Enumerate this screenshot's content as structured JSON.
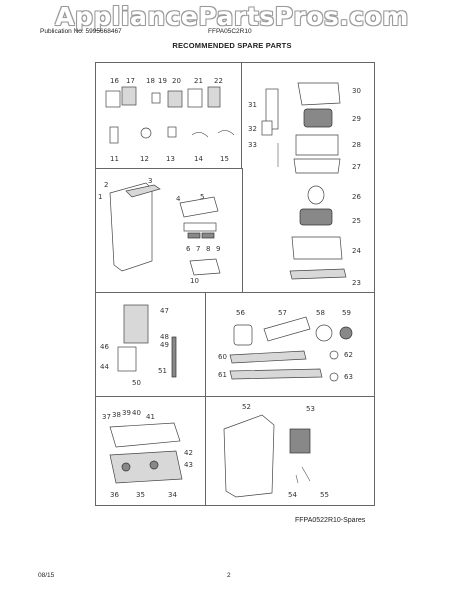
{
  "header": {
    "watermark": "AppliancePartsPros.com",
    "publication": "Publication No: 5995668467",
    "model": "FFPA05C2R10",
    "title": "RECOMMENDED SPARE PARTS"
  },
  "panels": {
    "p1": [
      "16",
      "17",
      "18",
      "19",
      "20",
      "21",
      "22",
      "11",
      "12",
      "13",
      "14",
      "15"
    ],
    "p2": [
      "31",
      "30",
      "32",
      "29",
      "33",
      "28",
      "27",
      "26",
      "25",
      "24",
      "23"
    ],
    "p3": [
      "1",
      "2",
      "3",
      "4",
      "5",
      "6",
      "7",
      "8",
      "9",
      "10"
    ],
    "p4": [
      "47",
      "48",
      "49",
      "46",
      "44",
      "51",
      "50"
    ],
    "p5": [
      "56",
      "57",
      "58",
      "59",
      "60",
      "62",
      "61",
      "63"
    ],
    "p6": [
      "37",
      "38",
      "39",
      "40",
      "41",
      "42",
      "43",
      "36",
      "35",
      "34"
    ],
    "p7": [
      "52",
      "53",
      "54",
      "55"
    ]
  },
  "footer": {
    "spares_ref": "FFPA0522R10-Spares",
    "date": "08/15",
    "page": "2"
  }
}
